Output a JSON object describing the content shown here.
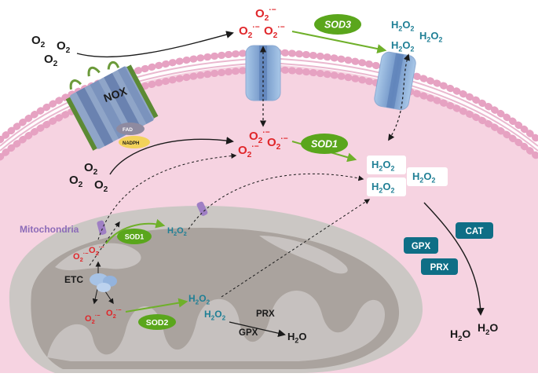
{
  "labels": {
    "o2_group_top": [
      "O2",
      "O2",
      "O2"
    ],
    "o2_group_left": [
      "O2",
      "O2",
      "O2"
    ],
    "nox": "NOX",
    "fad": "FAD",
    "nadph": "NADPH",
    "mitochondria": "Mitochondria",
    "etc": "ETC",
    "enzymes": {
      "sod3": "SOD3",
      "sod1_cyto": "SOD1",
      "sod1_mito": "SOD1",
      "sod2": "SOD2",
      "gpx_cyto": "GPX",
      "cat": "CAT",
      "prx_cyto": "PRX",
      "prx_mito": "PRX",
      "gpx_mito": "GPX"
    },
    "products": {
      "h2o": "H2O"
    }
  },
  "colors": {
    "superoxide": "#e0262a",
    "h2o2": "#1f7f95",
    "enzyme_green": "#5aa61c",
    "enzyme_teal": "#0f6e86",
    "cell_interior": "#f6d3e1",
    "membrane_head": "#e6a2c2",
    "mitochondria": "#cbc7c4"
  }
}
